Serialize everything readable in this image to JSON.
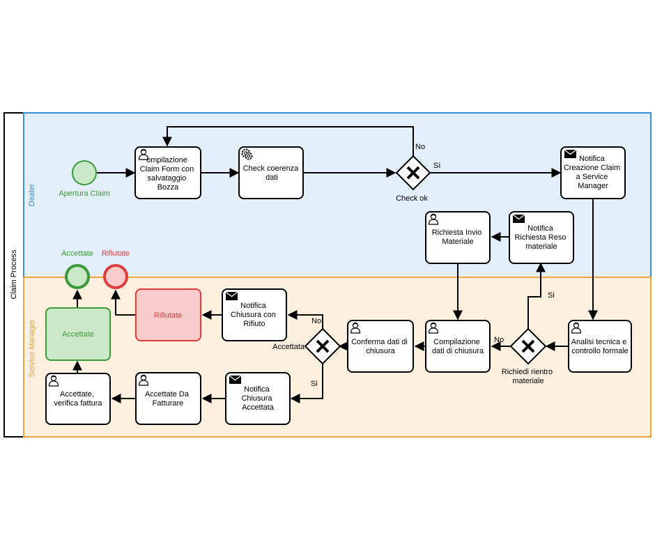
{
  "pool": {
    "label": "Claim Process"
  },
  "lanes": {
    "dealer": "Dealer",
    "service": "Service Manager"
  },
  "events": {
    "start": "Apertura Claim",
    "end_ok": "Accettate",
    "end_ko": "Rifiutate"
  },
  "tasks": {
    "compilazione_claim": [
      "ompilazione",
      "Claim Form con",
      "salvataggio",
      "Bozza"
    ],
    "check_coerenza": [
      "Check coerenza",
      "dati"
    ],
    "notifica_creazione": [
      "Notifica",
      "Creazione Claim",
      "a Service",
      "Manager"
    ],
    "notifica_reso": [
      "Notifica",
      "Richiesta Reso",
      "materiale"
    ],
    "richiesta_invio": [
      "Richiesta Invio",
      "Materiale"
    ],
    "analisi_tecnica": [
      "Analisi tecnica e",
      "controllo formale"
    ],
    "compilazione_chiusura": [
      "Compilazione",
      "dati di chiusura"
    ],
    "conferma_chiusura": [
      "Conferma dati di",
      "chiusura"
    ],
    "notifica_rifiuto": [
      "Notifica",
      "Chiusura con",
      "Rifiuto"
    ],
    "rifiutate": [
      "Rifiutate"
    ],
    "accettate": [
      "Accettate"
    ],
    "notifica_accettata": [
      "Notifica",
      "Chiusura",
      "Accettata"
    ],
    "accettate_fatturare": [
      "Accettate Da",
      "Fatturare"
    ],
    "accettate_verifica": [
      "Accettate,",
      "verifica fattura"
    ]
  },
  "gateways": {
    "check_ok": [
      "Check ok"
    ],
    "richiedi_rientro": [
      "Richiedi rientro",
      "materiale"
    ],
    "accettata": [
      "Accettata"
    ]
  },
  "flow_labels": {
    "check_no": "No",
    "check_si": "Sì",
    "rientro_si": "Si",
    "rientro_no": "No",
    "accettata_no": "No",
    "accettata_si": "Si"
  },
  "colors": {
    "dealer_lane": "#e3f0fc",
    "dealer_border": "#3b8fd4",
    "service_lane": "#fdf0df",
    "service_border": "#f2a33a",
    "green": "#3a9a3a",
    "green_fill": "#cbe8c8",
    "red": "#e03c3c",
    "red_fill": "#f9cccc"
  },
  "icons": {
    "user_task": "user-icon",
    "service_task": "gear-icon",
    "send_task": "envelope-icon"
  }
}
